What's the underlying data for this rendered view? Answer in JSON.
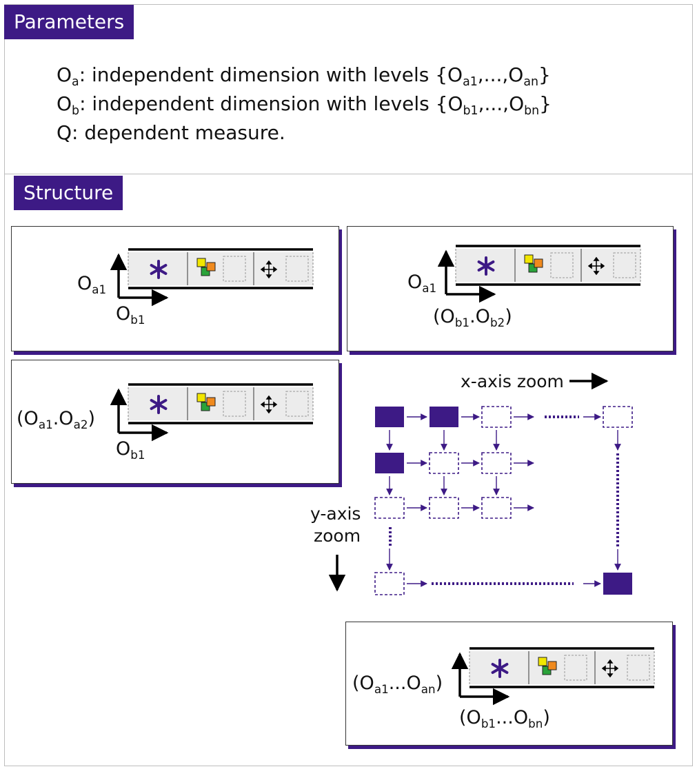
{
  "sections": {
    "parameters": {
      "label": "Parameters"
    },
    "structure": {
      "label": "Structure"
    }
  },
  "parameters": [
    {
      "name": "O",
      "sub": "a",
      "text": ": independent dimension with levels {O",
      "first_sub": "a1",
      "mid": ",...,O",
      "last_sub": "an",
      "end": "}"
    },
    {
      "name": "O",
      "sub": "b",
      "text": ": independent dimension with levels {O",
      "first_sub": "b1",
      "mid": ",...,O",
      "last_sub": "bn",
      "end": "}"
    },
    {
      "text": "Q: dependent measure."
    }
  ],
  "panels": [
    {
      "y_label": {
        "open": "",
        "parts": [
          [
            "O",
            "a1"
          ]
        ],
        "close": ""
      },
      "x_label": {
        "open": "",
        "parts": [
          [
            "O",
            "b1"
          ]
        ],
        "close": ""
      }
    },
    {
      "y_label": {
        "open": "",
        "parts": [
          [
            "O",
            "a1"
          ]
        ],
        "close": ""
      },
      "x_label": {
        "open": "(",
        "parts": [
          [
            "O",
            "b1"
          ],
          [
            ".O",
            "b2"
          ]
        ],
        "close": ")"
      }
    },
    {
      "y_label": {
        "open": "(",
        "parts": [
          [
            "O",
            "a1"
          ],
          [
            ".O",
            "a2"
          ]
        ],
        "close": ")"
      },
      "x_label": {
        "open": "",
        "parts": [
          [
            "O",
            "b1"
          ]
        ],
        "close": ""
      }
    },
    {
      "y_label": {
        "open": "(",
        "parts": [
          [
            "O",
            "a1"
          ],
          [
            "...O",
            "an"
          ]
        ],
        "close": ")"
      },
      "x_label": {
        "open": "(",
        "parts": [
          [
            "O",
            "b1"
          ],
          [
            "...O",
            "bn"
          ]
        ],
        "close": ")"
      }
    }
  ],
  "zoom_diagram": {
    "x_axis_label": "x-axis zoom",
    "y_axis_label_line1": "y-axis",
    "y_axis_label_line2": "zoom"
  },
  "colors": {
    "accent": "#3d1a85",
    "cell_fill": "#ececec",
    "icon_yellow": "#f2e600",
    "icon_orange": "#f08a1e",
    "icon_green": "#2aa33a"
  },
  "icons": [
    "asterisk-icon",
    "colored-squares-icon",
    "move-arrows-icon"
  ]
}
